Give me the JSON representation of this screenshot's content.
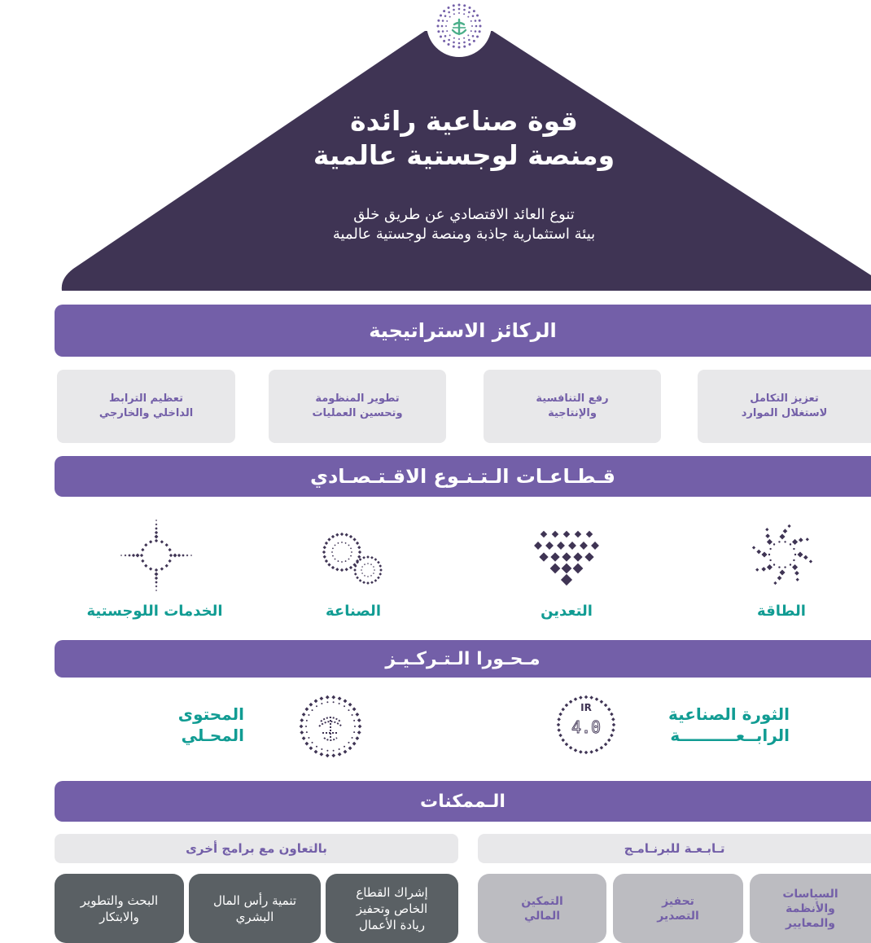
{
  "vision": {
    "title_line1": "قوة صناعية رائدة",
    "title_line2": "ومنصة لوجستية عالمية",
    "subtitle_line1": "تنوع العائد الاقتصادي عن طريق خلق",
    "subtitle_line2": "بيئة استثمارية جاذبة ومنصة لوجستية عالمية",
    "logo_icon": "saudi-emblem-icon"
  },
  "pillars": {
    "header": "الركائز الاستراتيجية",
    "items": [
      {
        "line1": "تعزيز التكامل",
        "line2": "لاستغلال الموارد"
      },
      {
        "line1": "رفع التنافسية",
        "line2": "والإنتاجية"
      },
      {
        "line1": "تطوير المنظومة",
        "line2": "وتحسين العمليات"
      },
      {
        "line1": "تعظيم الترابط",
        "line2": "الداخلي والخارجي"
      }
    ]
  },
  "sectors": {
    "header": "قـطـاعـات الـتـنـوع الاقـتـصـادي",
    "items": [
      {
        "label": "الطاقة",
        "icon": "energy-icon"
      },
      {
        "label": "التعدين",
        "icon": "mining-icon"
      },
      {
        "label": "الصناعة",
        "icon": "industry-icon"
      },
      {
        "label": "الخدمات اللوجستية",
        "icon": "logistics-icon"
      }
    ]
  },
  "focus": {
    "header": "مـحـورا الـتـركـيـز",
    "items": [
      {
        "line1": "الثورة الصناعية",
        "line2": "الرابــعــــــــــة",
        "icon": "ir40-icon",
        "icon_text_top": "IR",
        "icon_text_main": "4.0"
      },
      {
        "line1": "المحتوى",
        "line2": "المحـلي",
        "icon": "palm-emblem-icon"
      }
    ]
  },
  "enablers": {
    "header": "الـممكنات",
    "program": {
      "header": "تـابـعـة للبرنـامـج",
      "items": [
        {
          "lines": [
            "السياسات",
            "والأنظمة",
            "والمعايير"
          ]
        },
        {
          "lines": [
            "تحفيز",
            "التصدير"
          ]
        },
        {
          "lines": [
            "التمكين",
            "المالي"
          ]
        }
      ]
    },
    "partners": {
      "header": "بالتعاون مع برامج أخرى",
      "items": [
        {
          "lines": [
            "إشراك القطاع",
            "الخاص وتحفيز",
            "ريادة الأعمال"
          ]
        },
        {
          "lines": [
            "تنمية رأس المال",
            "البشري"
          ]
        },
        {
          "lines": [
            "البحث والتطوير",
            "والابتكار"
          ]
        }
      ]
    }
  },
  "colors": {
    "roof": "#3f3454",
    "band": "#735fa8",
    "pill_bg": "#e8e8ea",
    "teal": "#119c93",
    "tile_gray": "#bcbcc1",
    "tile_dark": "#5a6064"
  }
}
